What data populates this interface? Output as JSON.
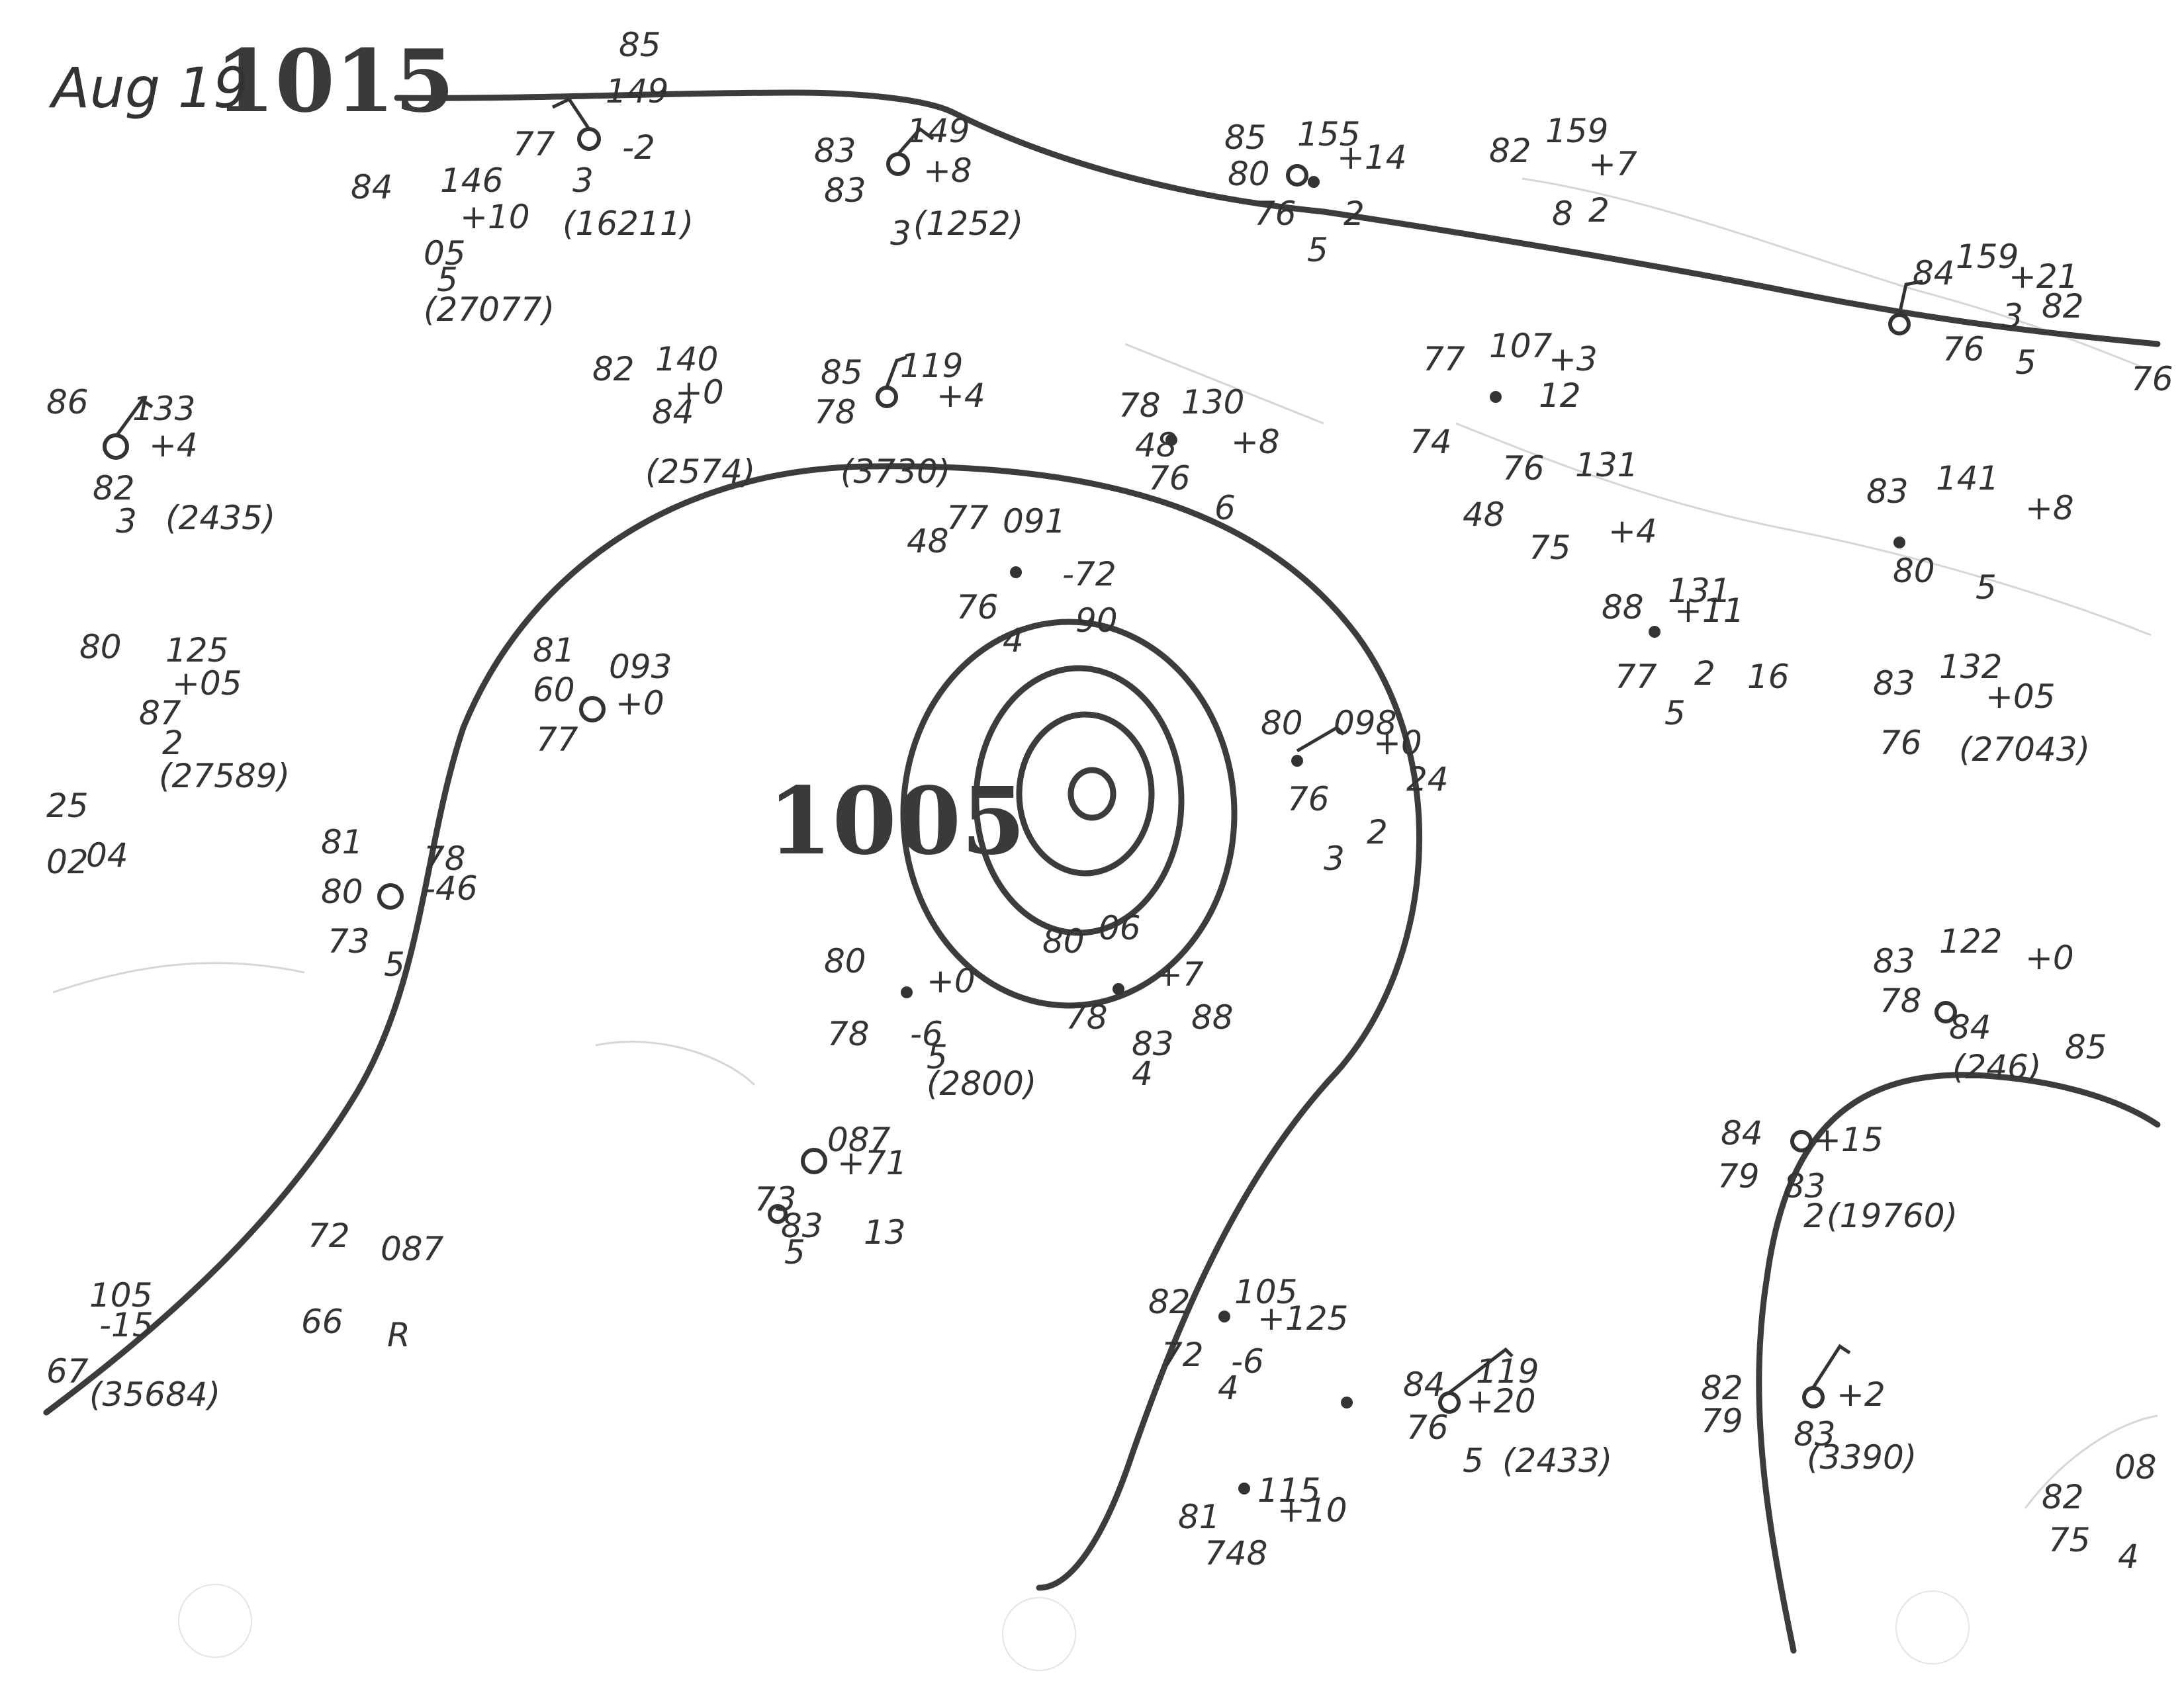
{
  "date_label": "Aug 19",
  "colors": {
    "isobar": "#3c3c3c",
    "handwriting": "#333333",
    "basemap": "#d6d6d6"
  },
  "isobars": [
    {
      "label": "1015"
    },
    {
      "label": "1005"
    }
  ],
  "stations": [
    {
      "id": "s01",
      "text": [
        "85",
        "77",
        "149",
        "-2",
        "84",
        "146",
        "+10",
        "3",
        "(16211)",
        "05",
        "5",
        "(27077)"
      ]
    },
    {
      "id": "s02",
      "text": [
        "83",
        "149",
        "83",
        "+8",
        "3",
        "(1252)"
      ]
    },
    {
      "id": "s03",
      "text": [
        "85",
        "155",
        "80",
        "+14",
        "76",
        "2",
        "5"
      ]
    },
    {
      "id": "s04",
      "text": [
        "82",
        "159",
        "+7",
        "8",
        "2"
      ]
    },
    {
      "id": "s05",
      "text": [
        "84",
        "159",
        "+21",
        "76",
        "3",
        "82",
        "5",
        "76"
      ]
    },
    {
      "id": "s06",
      "text": [
        "86",
        "133",
        "+4",
        "82",
        "3",
        "(2435)"
      ]
    },
    {
      "id": "s07",
      "text": [
        "82",
        "140",
        "+0",
        "84",
        "(2574)"
      ]
    },
    {
      "id": "s08",
      "text": [
        "85",
        "119",
        "78",
        "+4",
        "(3730)"
      ]
    },
    {
      "id": "s09",
      "text": [
        "78",
        "130",
        "48",
        "+8",
        "76",
        "6"
      ]
    },
    {
      "id": "s10",
      "text": [
        "77",
        "107",
        "+3",
        "12",
        "74",
        "76",
        "131",
        "48",
        "75",
        "+4"
      ]
    },
    {
      "id": "s11",
      "text": [
        "83",
        "141",
        "+8",
        "80",
        "5"
      ]
    },
    {
      "id": "s12",
      "text": [
        "88",
        "131",
        "+11",
        "77",
        "2",
        "16",
        "5"
      ]
    },
    {
      "id": "s13",
      "text": [
        "77",
        "091",
        "48",
        "-72",
        "76",
        "4",
        "90"
      ]
    },
    {
      "id": "s14",
      "text": [
        "80",
        "125",
        "+05",
        "87",
        "2",
        "(27589)"
      ]
    },
    {
      "id": "s15",
      "text": [
        "81",
        "093",
        "60",
        "+0",
        "77"
      ]
    },
    {
      "id": "s16",
      "text": [
        "80",
        "098",
        "+0",
        "76",
        "24",
        "3",
        "2"
      ]
    },
    {
      "id": "s17",
      "text": [
        "83",
        "132",
        "+05",
        "76",
        "(27043)"
      ]
    },
    {
      "id": "s18",
      "text": [
        "81",
        "78",
        "80",
        "-46",
        "73",
        "5"
      ]
    },
    {
      "id": "s19",
      "text": [
        "80",
        "+0",
        "78",
        "-6",
        "5",
        "(2800)"
      ]
    },
    {
      "id": "s20",
      "text": [
        "80",
        "06",
        "+7",
        "78",
        "83",
        "88",
        "4"
      ]
    },
    {
      "id": "s21",
      "text": [
        "83",
        "122",
        "+0",
        "78",
        "84",
        "(246)",
        "85"
      ]
    },
    {
      "id": "s22",
      "text": [
        "087",
        "+71",
        "73",
        "83",
        "13",
        "5"
      ]
    },
    {
      "id": "s23",
      "text": [
        "84",
        "+15",
        "79",
        "83",
        "2",
        "(19760)"
      ]
    },
    {
      "id": "s24",
      "text": [
        "105",
        "-15",
        "67",
        "(35684)"
      ]
    },
    {
      "id": "s25",
      "text": [
        "72",
        "087",
        "66",
        "R"
      ]
    },
    {
      "id": "s26",
      "text": [
        "82",
        "105",
        "+125",
        "72",
        "-6",
        "4"
      ]
    },
    {
      "id": "s27",
      "text": [
        "84",
        "119",
        "+20",
        "76",
        "5",
        "(2433)"
      ]
    },
    {
      "id": "s28",
      "text": [
        "82",
        "+2",
        "79",
        "83",
        "(3390)"
      ]
    },
    {
      "id": "s29",
      "text": [
        "81",
        "115",
        "+10",
        "748"
      ]
    },
    {
      "id": "s30",
      "text": [
        "82",
        "08",
        "75",
        "4"
      ]
    },
    {
      "id": "s31",
      "text": [
        "25",
        "02",
        "04"
      ]
    }
  ]
}
